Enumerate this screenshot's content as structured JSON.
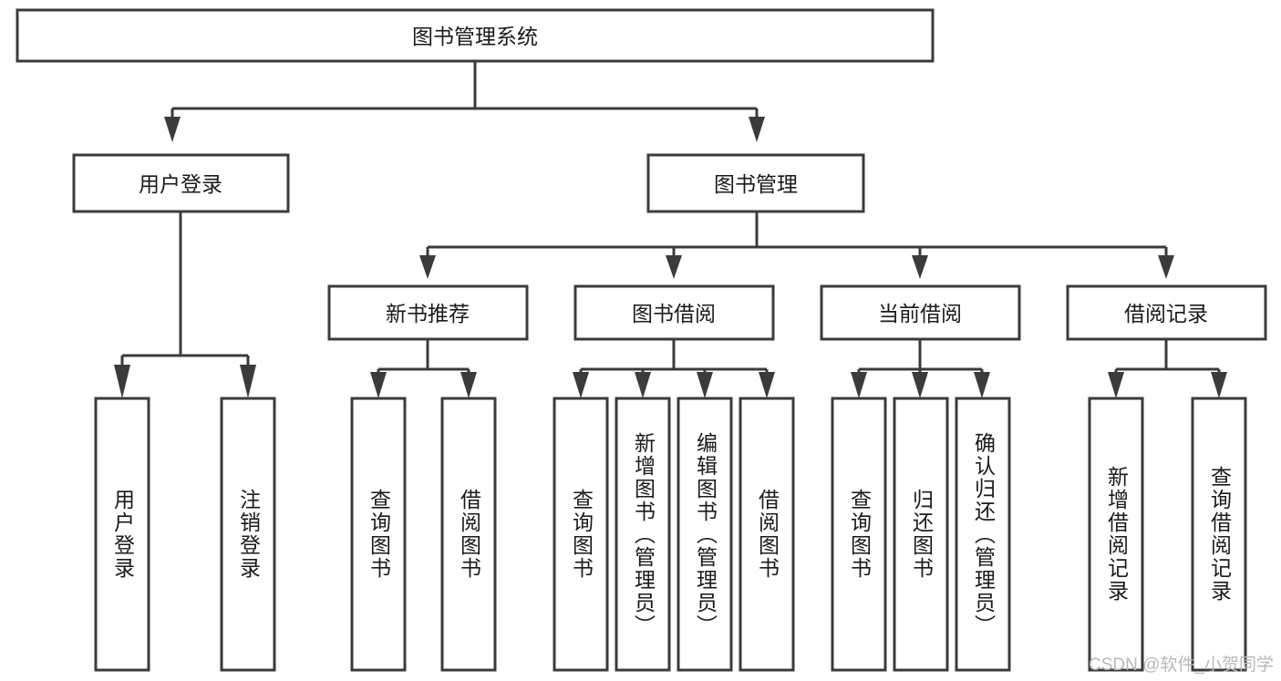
{
  "diagram": {
    "title": "图书管理系统",
    "type": "tree-hierarchy",
    "root": {
      "id": "root",
      "label": "图书管理系统",
      "orientation": "horizontal"
    },
    "level2": [
      {
        "id": "user-login",
        "label": "用户登录",
        "orientation": "horizontal"
      },
      {
        "id": "book-manage",
        "label": "图书管理",
        "orientation": "horizontal"
      }
    ],
    "level3": [
      {
        "id": "new-book-rec",
        "label": "新书推荐",
        "parent": "book-manage",
        "orientation": "horizontal"
      },
      {
        "id": "book-borrow",
        "label": "图书借阅",
        "parent": "book-manage",
        "orientation": "horizontal"
      },
      {
        "id": "current-borrow",
        "label": "当前借阅",
        "parent": "book-manage",
        "orientation": "horizontal"
      },
      {
        "id": "borrow-record",
        "label": "借阅记录",
        "parent": "book-manage",
        "orientation": "horizontal"
      }
    ],
    "leaves": [
      {
        "id": "leaf-user-login",
        "label": "用户登录",
        "parent": "user-login",
        "orientation": "vertical"
      },
      {
        "id": "leaf-user-logout",
        "label": "注销登录",
        "parent": "user-login",
        "orientation": "vertical"
      },
      {
        "id": "leaf-rec-query-book",
        "label": "查询图书",
        "parent": "new-book-rec",
        "orientation": "vertical"
      },
      {
        "id": "leaf-rec-borrow-book",
        "label": "借阅图书",
        "parent": "new-book-rec",
        "orientation": "vertical"
      },
      {
        "id": "leaf-borrow-query-book",
        "label": "查询图书",
        "parent": "book-borrow",
        "orientation": "vertical"
      },
      {
        "id": "leaf-borrow-add-book",
        "label": "新增图书（管理员）",
        "parent": "book-borrow",
        "orientation": "vertical"
      },
      {
        "id": "leaf-borrow-edit-book",
        "label": "编辑图书（管理员）",
        "parent": "book-borrow",
        "orientation": "vertical"
      },
      {
        "id": "leaf-borrow-borrow-book",
        "label": "借阅图书",
        "parent": "book-borrow",
        "orientation": "vertical"
      },
      {
        "id": "leaf-cur-query-book",
        "label": "查询图书",
        "parent": "current-borrow",
        "orientation": "vertical"
      },
      {
        "id": "leaf-cur-return-book",
        "label": "归还图书",
        "parent": "current-borrow",
        "orientation": "vertical"
      },
      {
        "id": "leaf-cur-confirm-return",
        "label": "确认归还（管理员）",
        "parent": "current-borrow",
        "orientation": "vertical"
      },
      {
        "id": "leaf-rec-add-record",
        "label": "新增借阅记录",
        "parent": "borrow-record",
        "orientation": "vertical"
      },
      {
        "id": "leaf-rec-query-record",
        "label": "查询借阅记录",
        "parent": "borrow-record",
        "orientation": "vertical"
      }
    ],
    "colors": {
      "box_fill": "#ffffff",
      "box_stroke": "#3b3b3b",
      "text": "#1a1a1a",
      "background": "#ffffff",
      "watermark": "#b9b9b9"
    }
  },
  "watermark": {
    "text": "CSDN @软件_小贺同学"
  }
}
